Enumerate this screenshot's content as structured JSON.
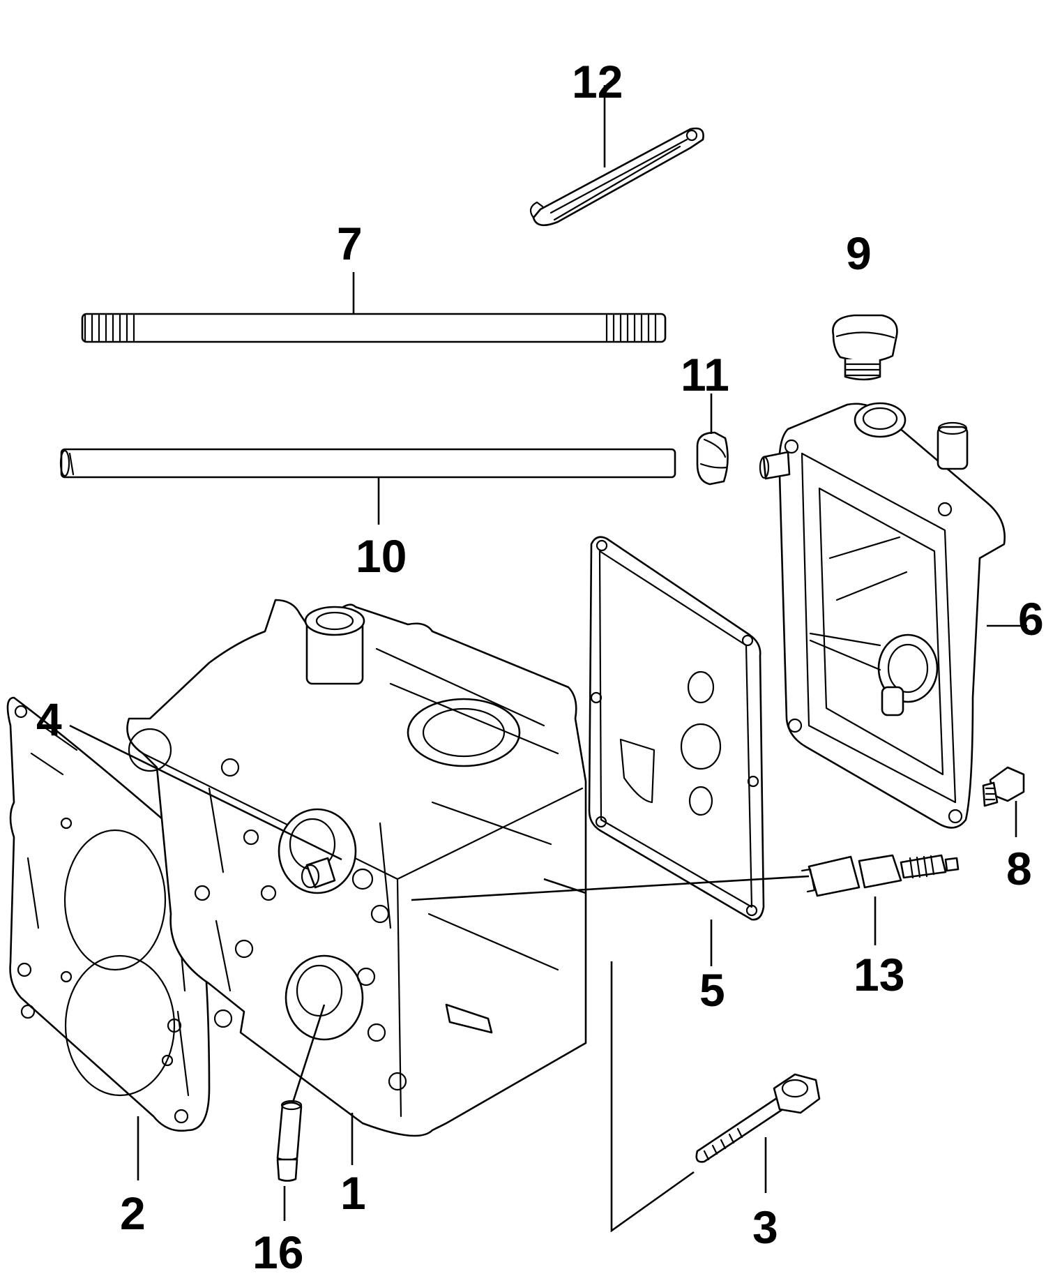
{
  "diagram": {
    "callouts": [
      {
        "id": "c1",
        "text": "1"
      },
      {
        "id": "c2",
        "text": "2"
      },
      {
        "id": "c3",
        "text": "3"
      },
      {
        "id": "c4",
        "text": "4"
      },
      {
        "id": "c5",
        "text": "5"
      },
      {
        "id": "c6",
        "text": "6"
      },
      {
        "id": "c7",
        "text": "7"
      },
      {
        "id": "c8",
        "text": "8"
      },
      {
        "id": "c9",
        "text": "9"
      },
      {
        "id": "c10",
        "text": "10"
      },
      {
        "id": "c11",
        "text": "11"
      },
      {
        "id": "c12",
        "text": "12"
      },
      {
        "id": "c13",
        "text": "13"
      },
      {
        "id": "c16",
        "text": "16"
      }
    ]
  }
}
